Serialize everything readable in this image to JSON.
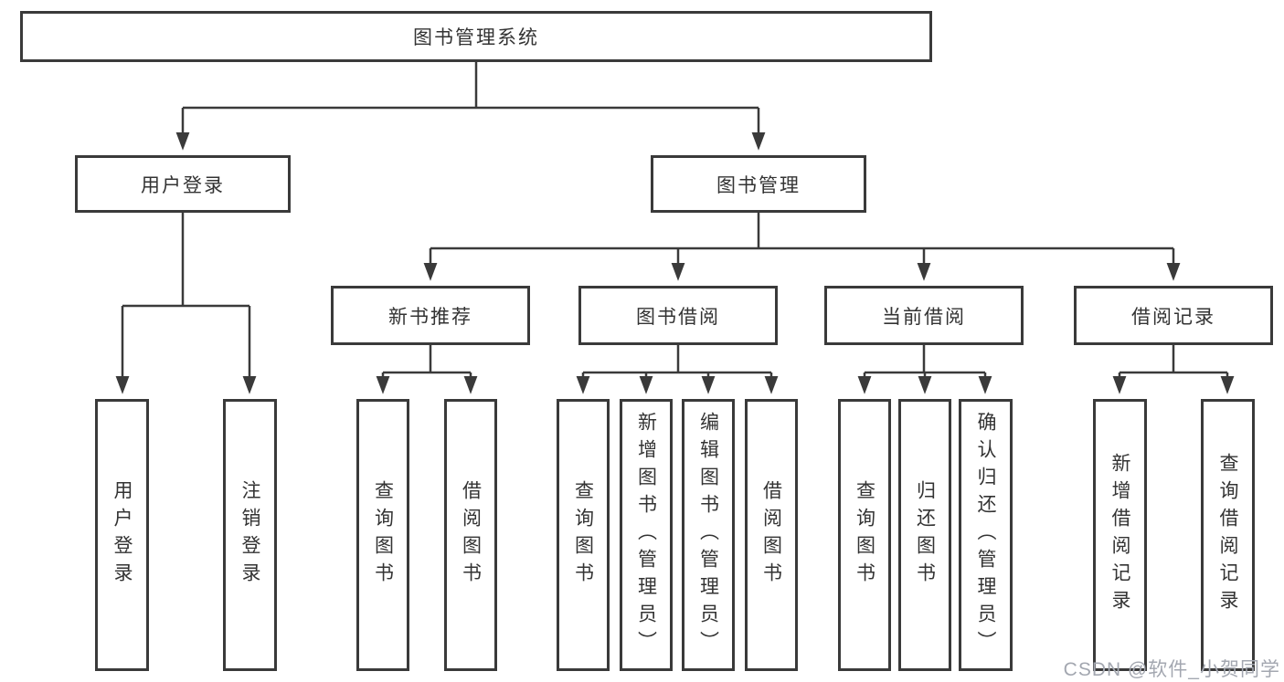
{
  "diagram": {
    "root": {
      "label": "图书管理系统"
    },
    "level2": [
      {
        "label": "用户登录"
      },
      {
        "label": "图书管理"
      }
    ],
    "level3": [
      {
        "label": "新书推荐"
      },
      {
        "label": "图书借阅"
      },
      {
        "label": "当前借阅"
      },
      {
        "label": "借阅记录"
      }
    ],
    "leaves": [
      {
        "label": "用户登录",
        "parent": "用户登录"
      },
      {
        "label": "注销登录",
        "parent": "用户登录"
      },
      {
        "label": "查询图书",
        "parent": "新书推荐"
      },
      {
        "label": "借阅图书",
        "parent": "新书推荐"
      },
      {
        "label": "查询图书",
        "parent": "图书借阅"
      },
      {
        "label": "新增图书（管理员）",
        "parent": "图书借阅"
      },
      {
        "label": "编辑图书（管理员）",
        "parent": "图书借阅"
      },
      {
        "label": "借阅图书",
        "parent": "图书借阅"
      },
      {
        "label": "查询图书",
        "parent": "当前借阅"
      },
      {
        "label": "归还图书",
        "parent": "当前借阅"
      },
      {
        "label": "确认归还（管理员）",
        "parent": "当前借阅"
      },
      {
        "label": "新增借阅记录",
        "parent": "借阅记录"
      },
      {
        "label": "查询借阅记录",
        "parent": "借阅记录"
      }
    ]
  },
  "watermark": {
    "text": "CSDN @软件_小贺同学"
  },
  "colors": {
    "line": "#3a3a3a",
    "text": "#333333",
    "background": "#ffffff",
    "watermark_text": "#a3a7b0"
  }
}
